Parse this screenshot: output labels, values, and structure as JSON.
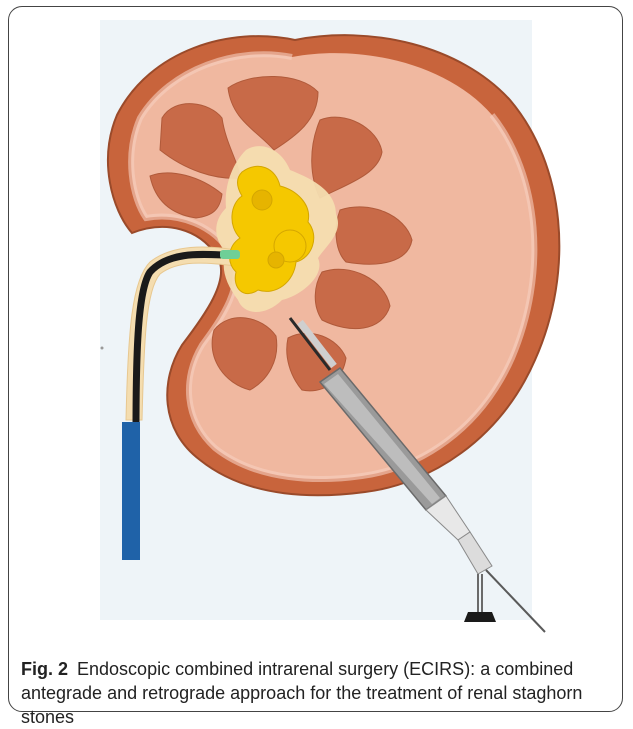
{
  "figure": {
    "label": "Fig. 2",
    "caption": "Endoscopic combined intrarenal surgery (ECIRS): a combined antegrade and retrograde approach for the treatment of renal staghorn stones"
  },
  "colors": {
    "frame": "#444444",
    "capsule": "#c8643c",
    "cortex": "#f0b8a0",
    "pyramid": "#c86a48",
    "pelvis": "#f4ddb0",
    "stone": "#f5c800",
    "ureteroscope": "#1a1a1a",
    "ureteral_sheath": "#1f62a8",
    "nephroscope": "#9a9a9a",
    "background_panel": "#eef4f8"
  },
  "icons": [
    "kidney-illustration",
    "staghorn-stone",
    "flexible-ureteroscope",
    "rigid-nephroscope",
    "nephroscope-handle"
  ]
}
